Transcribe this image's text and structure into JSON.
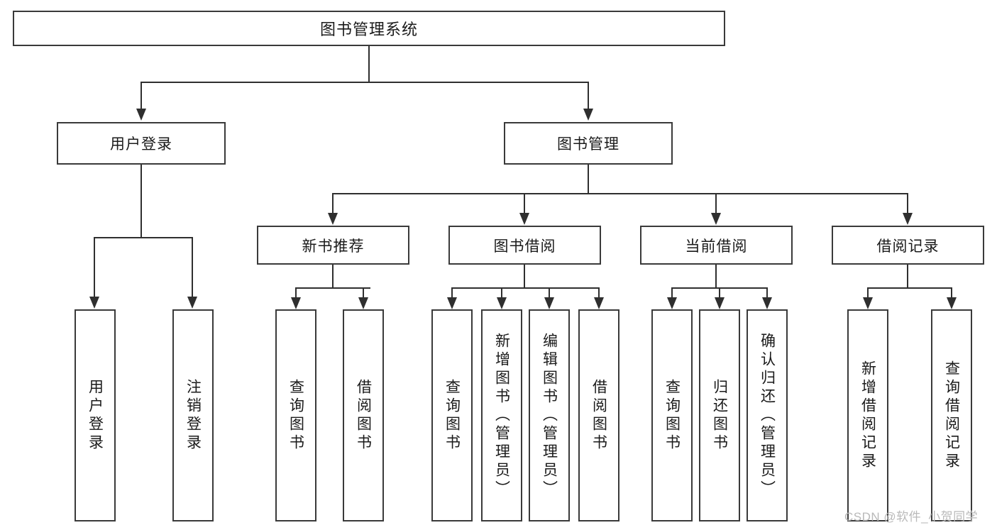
{
  "diagram": {
    "type": "tree-hierarchy-diagram",
    "title": "图书管理系统",
    "colors": {
      "box_border": "#3a3a3a",
      "connector": "#2f2f2f",
      "text": "#1a1a1a",
      "background": "#ffffff",
      "watermark": "#b9b9b9"
    },
    "levels": {
      "root": {
        "label": "图书管理系统"
      },
      "level2": [
        {
          "id": "user-login",
          "label": "用户登录"
        },
        {
          "id": "book-management",
          "label": "图书管理"
        }
      ],
      "level3": [
        {
          "id": "new-book-recommend",
          "label": "新书推荐",
          "parent": "book-management"
        },
        {
          "id": "book-borrow",
          "label": "图书借阅",
          "parent": "book-management"
        },
        {
          "id": "current-borrow",
          "label": "当前借阅",
          "parent": "book-management"
        },
        {
          "id": "borrow-record",
          "label": "借阅记录",
          "parent": "book-management"
        }
      ],
      "leaves": [
        {
          "id": "leaf-user-login",
          "label": "用户登录",
          "parent": "user-login"
        },
        {
          "id": "leaf-logout",
          "label": "注销登录",
          "parent": "user-login"
        },
        {
          "id": "leaf-query-book-1",
          "label": "查询图书",
          "parent": "new-book-recommend"
        },
        {
          "id": "leaf-borrow-book-1",
          "label": "借阅图书",
          "parent": "new-book-recommend"
        },
        {
          "id": "leaf-query-book-2",
          "label": "查询图书",
          "parent": "book-borrow"
        },
        {
          "id": "leaf-add-book",
          "label": "新增图书（管理员）",
          "parent": "book-borrow"
        },
        {
          "id": "leaf-edit-book",
          "label": "编辑图书（管理员）",
          "parent": "book-borrow"
        },
        {
          "id": "leaf-borrow-book-2",
          "label": "借阅图书",
          "parent": "book-borrow"
        },
        {
          "id": "leaf-query-book-3",
          "label": "查询图书",
          "parent": "current-borrow"
        },
        {
          "id": "leaf-return-book",
          "label": "归还图书",
          "parent": "current-borrow"
        },
        {
          "id": "leaf-confirm-return",
          "label": "确认归还（管理员）",
          "parent": "current-borrow"
        },
        {
          "id": "leaf-add-record",
          "label": "新增借阅记录",
          "parent": "borrow-record"
        },
        {
          "id": "leaf-query-record",
          "label": "查询借阅记录",
          "parent": "borrow-record"
        }
      ]
    },
    "watermark": "CSDN @软件_小贺同学"
  }
}
